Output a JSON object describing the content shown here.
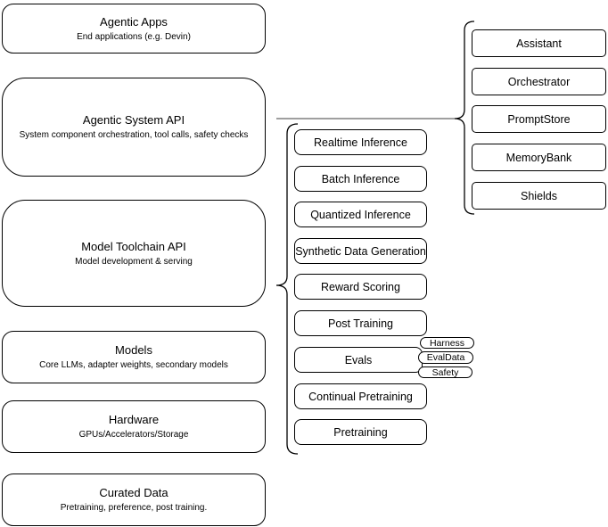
{
  "colors": {
    "stroke": "#000000",
    "background": "#ffffff",
    "connector": "#666666"
  },
  "left_stack": [
    {
      "title": "Agentic Apps",
      "subtitle": "End applications (e.g. Devin)"
    },
    {
      "title": "Agentic System API",
      "subtitle": "System component orchestration, tool calls, safety checks"
    },
    {
      "title": "Model Toolchain API",
      "subtitle": "Model development & serving"
    },
    {
      "title": "Models",
      "subtitle": "Core LLMs, adapter weights, secondary models"
    },
    {
      "title": "Hardware",
      "subtitle": "GPUs/Accelerators/Storage"
    },
    {
      "title": "Curated Data",
      "subtitle": "Pretraining, preference, post training."
    }
  ],
  "toolchain_services": [
    "Realtime Inference",
    "Batch Inference",
    "Quantized Inference",
    "Synthetic Data Generation",
    "Reward Scoring",
    "Post Training",
    "Evals",
    "Continual Pretraining",
    "Pretraining"
  ],
  "agentic_components": [
    "Assistant",
    "Orchestrator",
    "PromptStore",
    "MemoryBank",
    "Shields"
  ],
  "evals_tags": [
    "Harness",
    "EvalData",
    "Safety"
  ]
}
